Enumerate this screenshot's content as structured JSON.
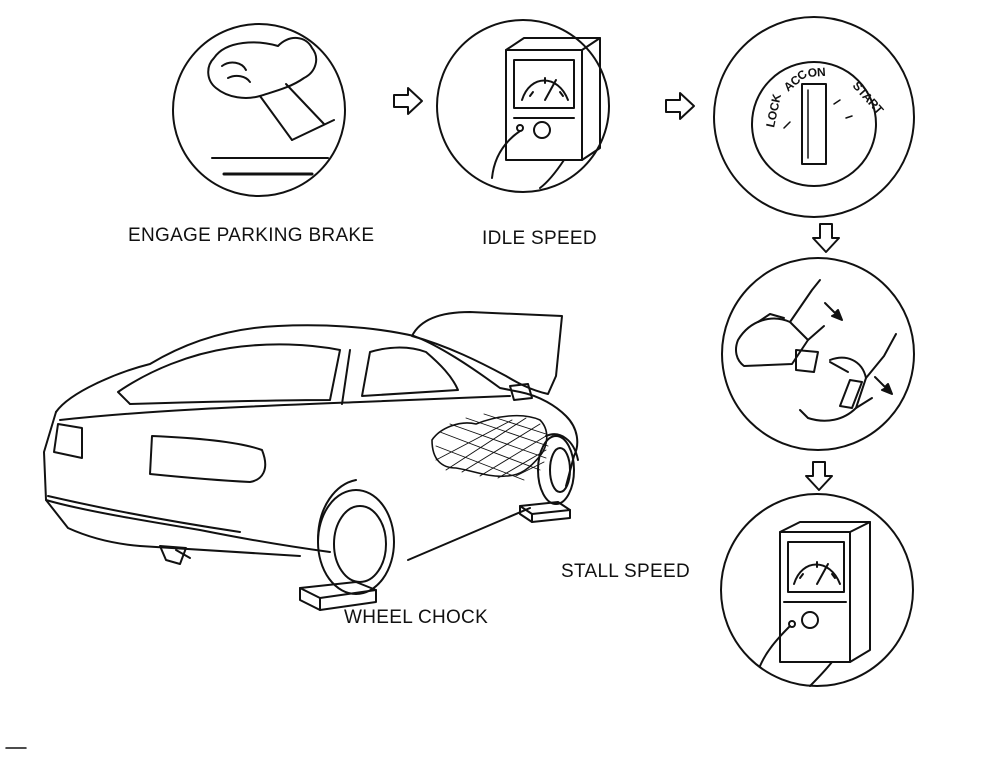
{
  "labels": {
    "engage_parking_brake": "ENGAGE PARKING BRAKE",
    "idle_speed": "IDLE SPEED",
    "stall_speed": "STALL SPEED",
    "wheel_chock": "WHEEL CHOCK"
  },
  "ignition": {
    "lock": "LOCK",
    "acc": "ACC",
    "on": "ON",
    "start": "START"
  }
}
